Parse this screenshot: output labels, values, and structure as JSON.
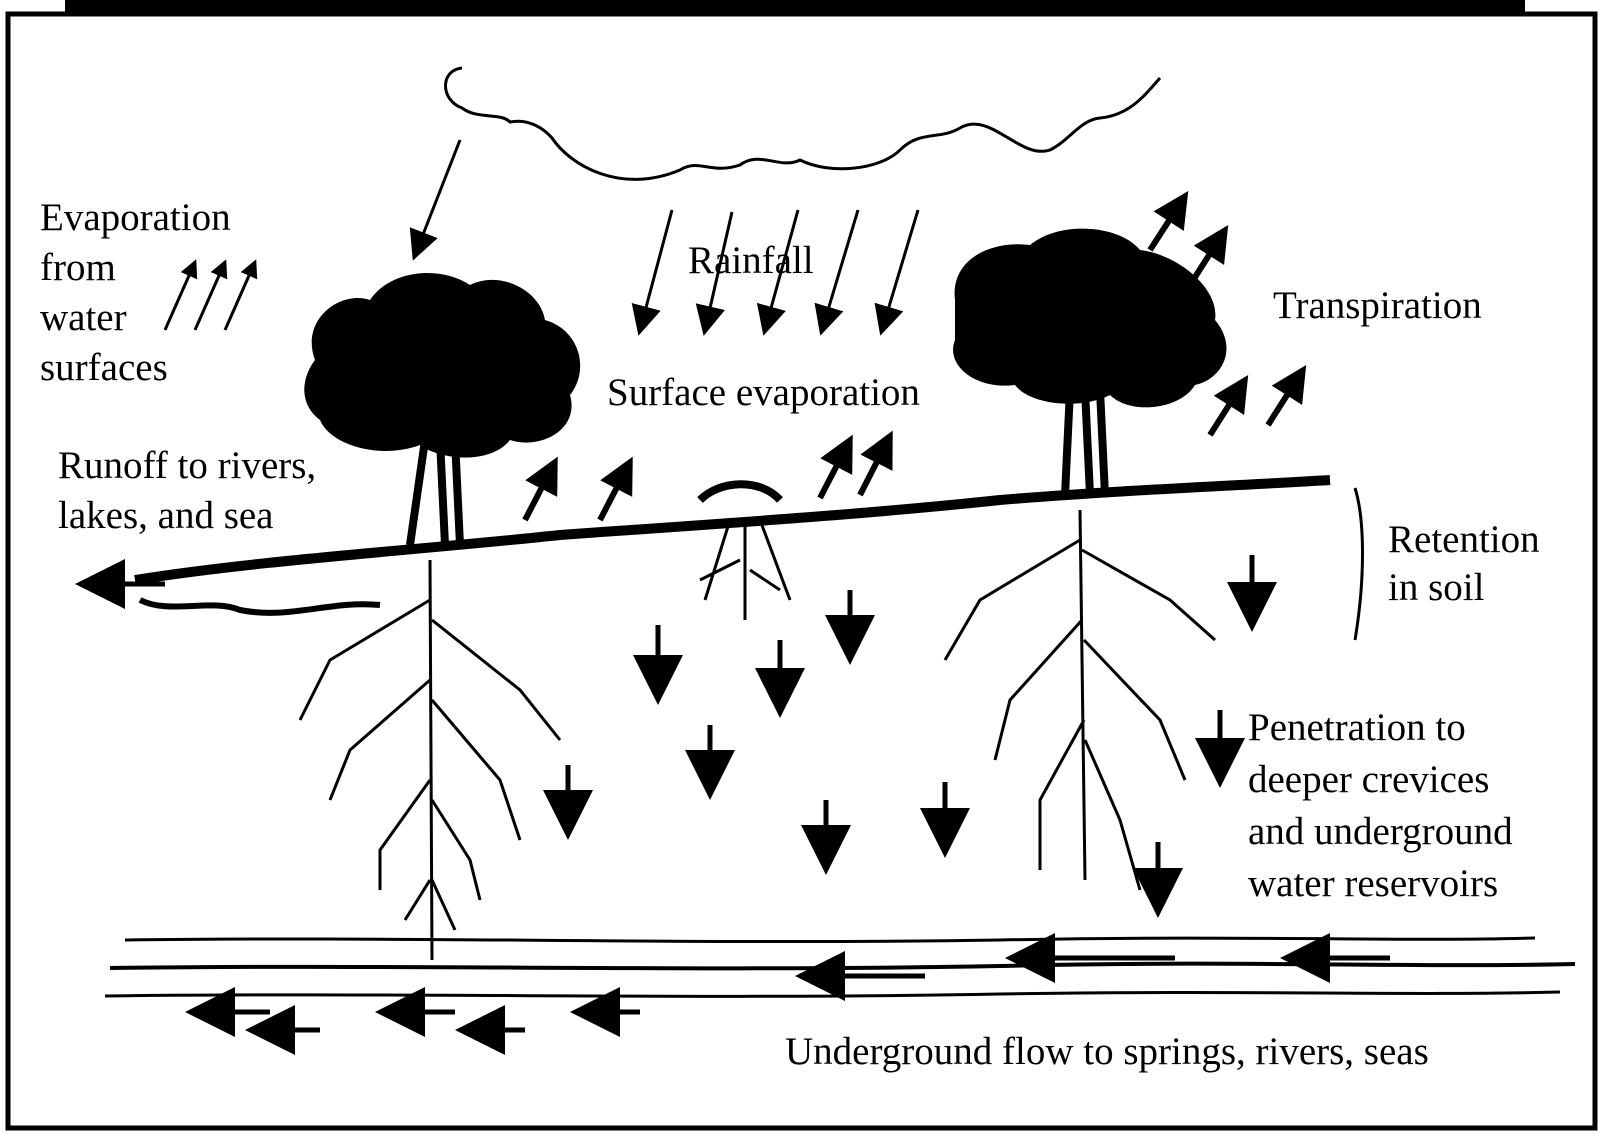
{
  "labels": {
    "evaporation": [
      "Evaporation",
      "from",
      "water",
      "surfaces"
    ],
    "rainfall": "Rainfall",
    "transpiration": "Transpiration",
    "surface_evaporation": "Surface evaporation",
    "runoff": [
      "Runoff to rivers,",
      "lakes, and sea"
    ],
    "retention": [
      "Retention",
      "in soil"
    ],
    "penetration": [
      "Penetration to",
      "deeper crevices",
      "and underground",
      "water reservoirs"
    ],
    "underground_flow": "Underground flow to springs, rivers, seas"
  },
  "colors": {
    "ink": "#000000",
    "paper": "#ffffff"
  },
  "icons": [
    "cloud-icon",
    "tree-icon",
    "shrub-icon",
    "roots-icon",
    "arrow-icon"
  ]
}
